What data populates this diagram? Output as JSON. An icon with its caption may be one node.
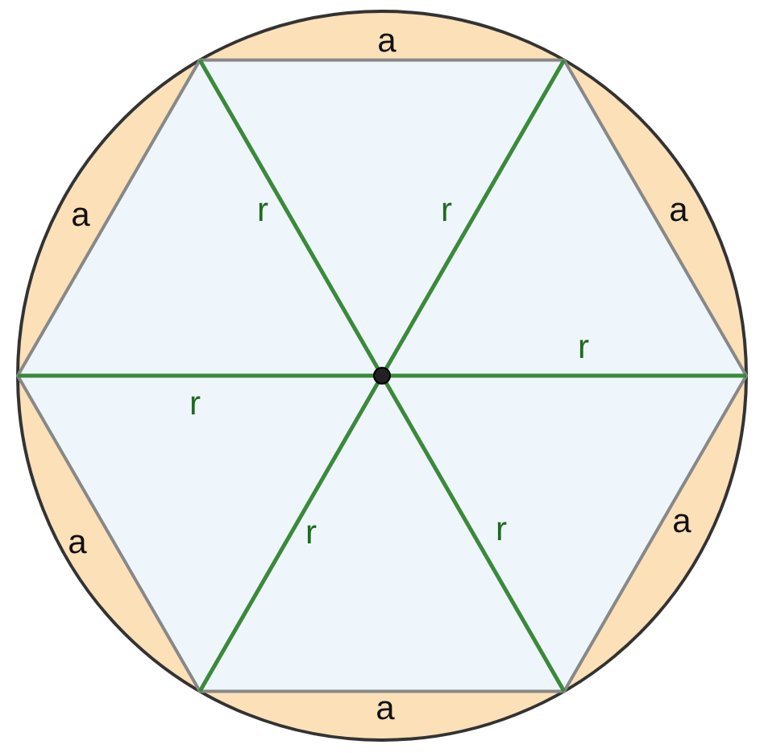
{
  "diagram": {
    "labels": [
      "a",
      "a",
      "r",
      "r",
      "a",
      "r",
      "r",
      "a",
      "r",
      "r",
      "a",
      "a"
    ]
  }
}
